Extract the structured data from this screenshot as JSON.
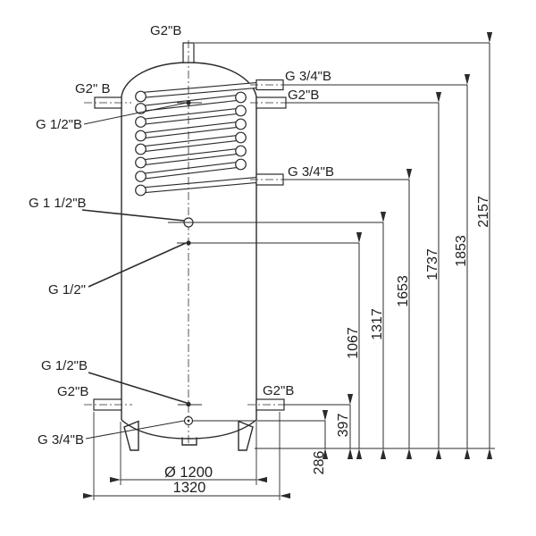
{
  "labels": {
    "top_port": "G2\"B",
    "upper_left_port": "G2\" B",
    "coil_sensor": "G 1/2\"B",
    "coil_inlet": "G 3/4\"B",
    "upper_right_port": "G2\"B",
    "coil_outlet": "G 3/4\"B",
    "middle_port": "G 1 1/2\"B",
    "middle_sensor": "G 1/2\"",
    "lower_sensor": "G 1/2\"B",
    "lower_left_port": "G2\"B",
    "lower_right_port": "G2\"B",
    "drain_port": "G 3/4\"B"
  },
  "dimensions": {
    "h286": "286",
    "h397": "397",
    "h1067": "1067",
    "h1317": "1317",
    "h1653": "1653",
    "h1737": "1737",
    "h1853": "1853",
    "h2157": "2157",
    "diameter": "Ø 1200",
    "overall_width": "1320"
  },
  "colors": {
    "line": "#2b2b2b",
    "background": "#ffffff"
  }
}
